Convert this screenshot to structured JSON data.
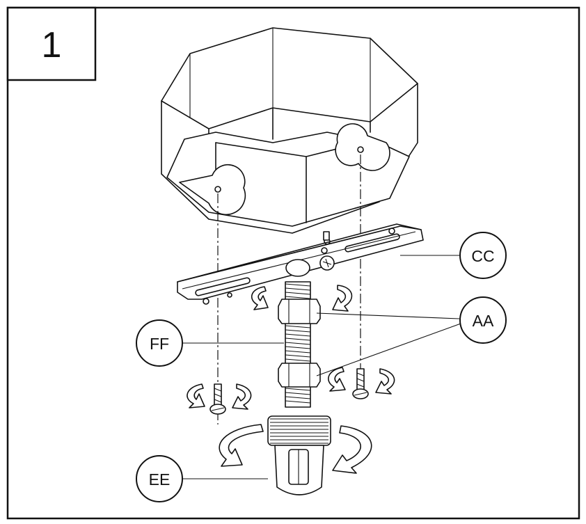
{
  "step_number": "1",
  "labels": {
    "cc": "CC",
    "aa": "AA",
    "ff": "FF",
    "ee": "EE"
  },
  "colors": {
    "line": "#111111",
    "background": "#ffffff"
  }
}
